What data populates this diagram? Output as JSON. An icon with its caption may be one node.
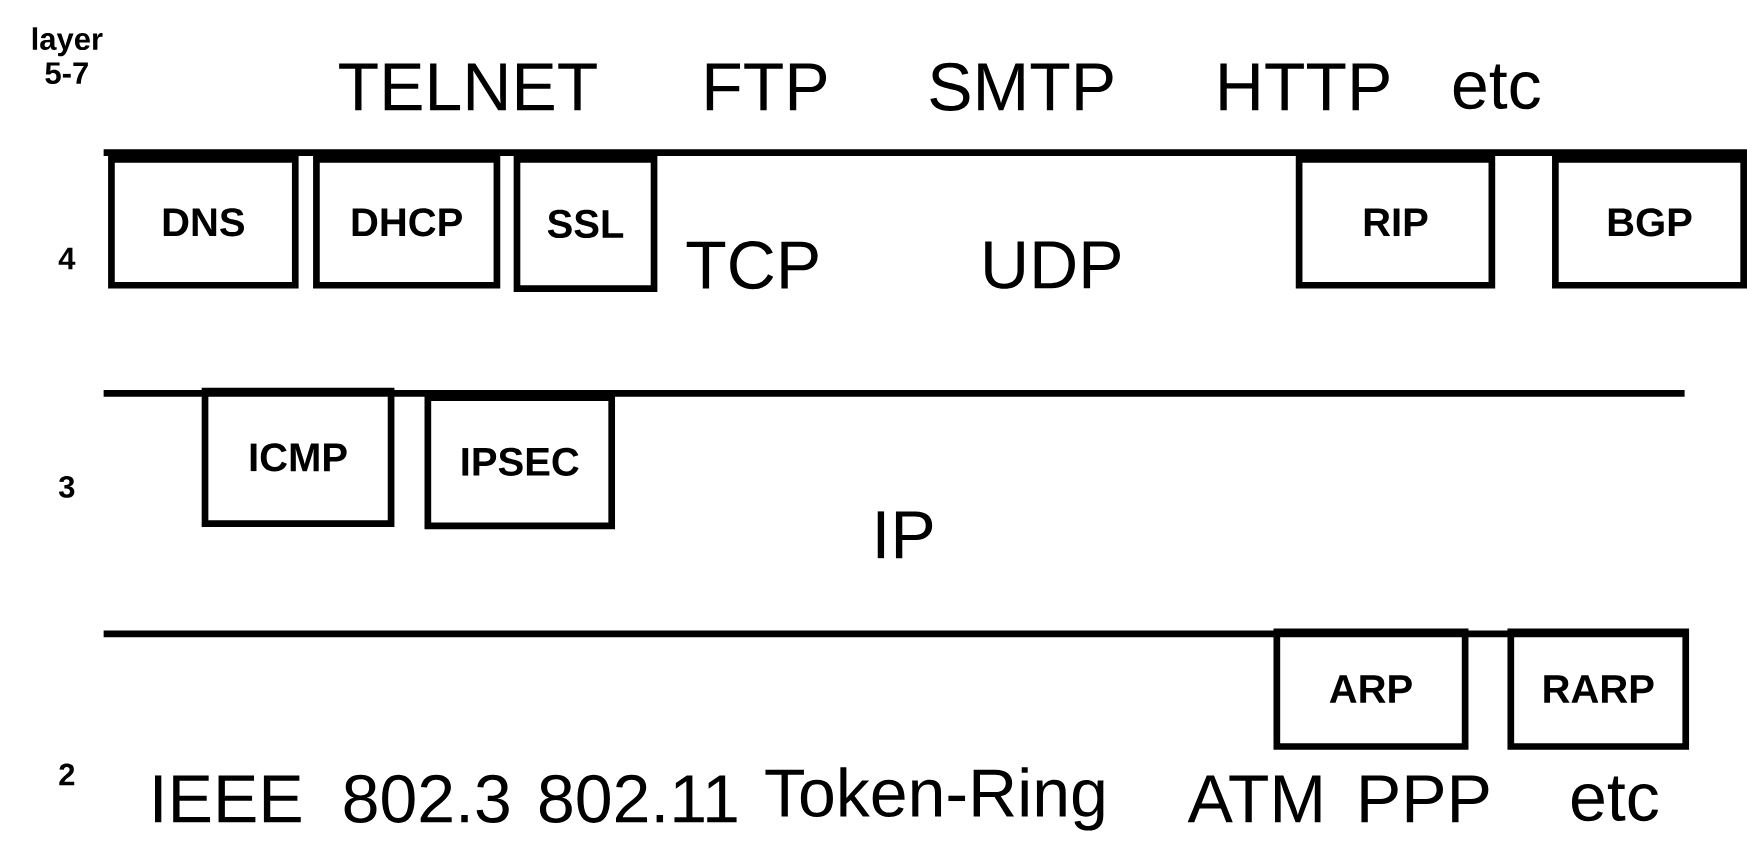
{
  "diagram": {
    "nodes": [
      {
        "text": [
          "DNS"
        ]
      },
      {
        "text": [
          "DHCP"
        ]
      },
      {
        "text": [
          "SSL"
        ]
      },
      {
        "text": [
          "RIP"
        ]
      },
      {
        "text": [
          "BGP"
        ]
      },
      {
        "text": [
          "ICMP"
        ]
      },
      {
        "text": [
          "IPSEC"
        ]
      },
      {
        "text": [
          "ARP"
        ]
      },
      {
        "text": [
          "RARP"
        ]
      }
    ],
    "labels": [
      "layer 5-7",
      "TELNET",
      "FTP",
      "SMTP",
      "HTTP",
      "etc",
      "4",
      "TCP",
      "UDP",
      "3",
      "IP",
      "2",
      "IEEE",
      "802.3",
      "802.11",
      "Token-Ring",
      "ATM",
      "PPP",
      "etc"
    ]
  }
}
